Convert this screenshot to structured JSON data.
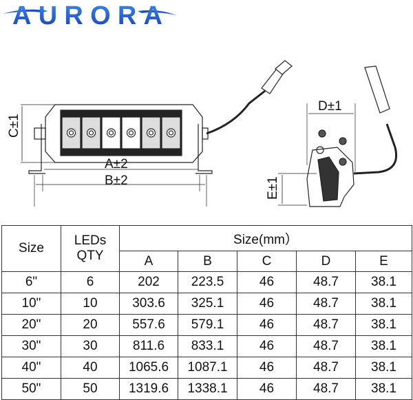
{
  "logo": {
    "text": "AURORA",
    "color": "#1f4fc8"
  },
  "drawing": {
    "front_view": {
      "dim_a": "A±2",
      "dim_b": "B±2",
      "dim_c": "C±1",
      "led_count_shown": 6
    },
    "side_view": {
      "dim_d": "D±1",
      "dim_e": "E±1"
    }
  },
  "table": {
    "headers": {
      "size": "Size",
      "leds": "LEDs\nQTY",
      "leds_line1": "LEDs",
      "leds_line2": "QTY",
      "group": "Size(mm）"
    },
    "columns": [
      "A",
      "B",
      "C",
      "D",
      "E"
    ],
    "rows": [
      [
        "6\"",
        "6",
        "202",
        "223.5",
        "46",
        "48.7",
        "38.1"
      ],
      [
        "10\"",
        "10",
        "303.6",
        "325.1",
        "46",
        "48.7",
        "38.1"
      ],
      [
        "20\"",
        "20",
        "557.6",
        "579.1",
        "46",
        "48.7",
        "38.1"
      ],
      [
        "30\"",
        "30",
        "811.6",
        "833.1",
        "46",
        "48.7",
        "38.1"
      ],
      [
        "40\"",
        "40",
        "1065.6",
        "1087.1",
        "46",
        "48.7",
        "38.1"
      ],
      [
        "50\"",
        "50",
        "1319.6",
        "1338.1",
        "46",
        "48.7",
        "38.1"
      ]
    ]
  }
}
